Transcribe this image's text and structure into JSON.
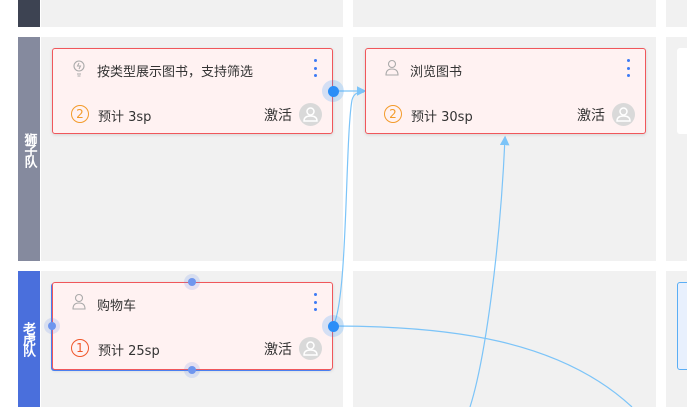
{
  "lanes": [
    {
      "label": ""
    },
    {
      "label": "狮子队"
    },
    {
      "label": "老虎队"
    }
  ],
  "cards": [
    {
      "title": "按类型展示图书，支持筛选",
      "icon": "lightbulb-icon",
      "priority": "2",
      "estimate": "预计 3sp",
      "status": "激活"
    },
    {
      "title": "浏览图书",
      "icon": "user-icon",
      "priority": "2",
      "estimate": "预计 30sp",
      "status": "激活"
    },
    {
      "title": "购物车",
      "icon": "user-icon",
      "priority": "1",
      "estimate": "预计 25sp",
      "status": "激活"
    }
  ],
  "colors": {
    "lane_top": "#3d4352",
    "lane_lion": "#858a9e",
    "lane_tiger": "#4a6fdc",
    "card_border": "#f0575b",
    "edge": "#7cc4f8"
  }
}
